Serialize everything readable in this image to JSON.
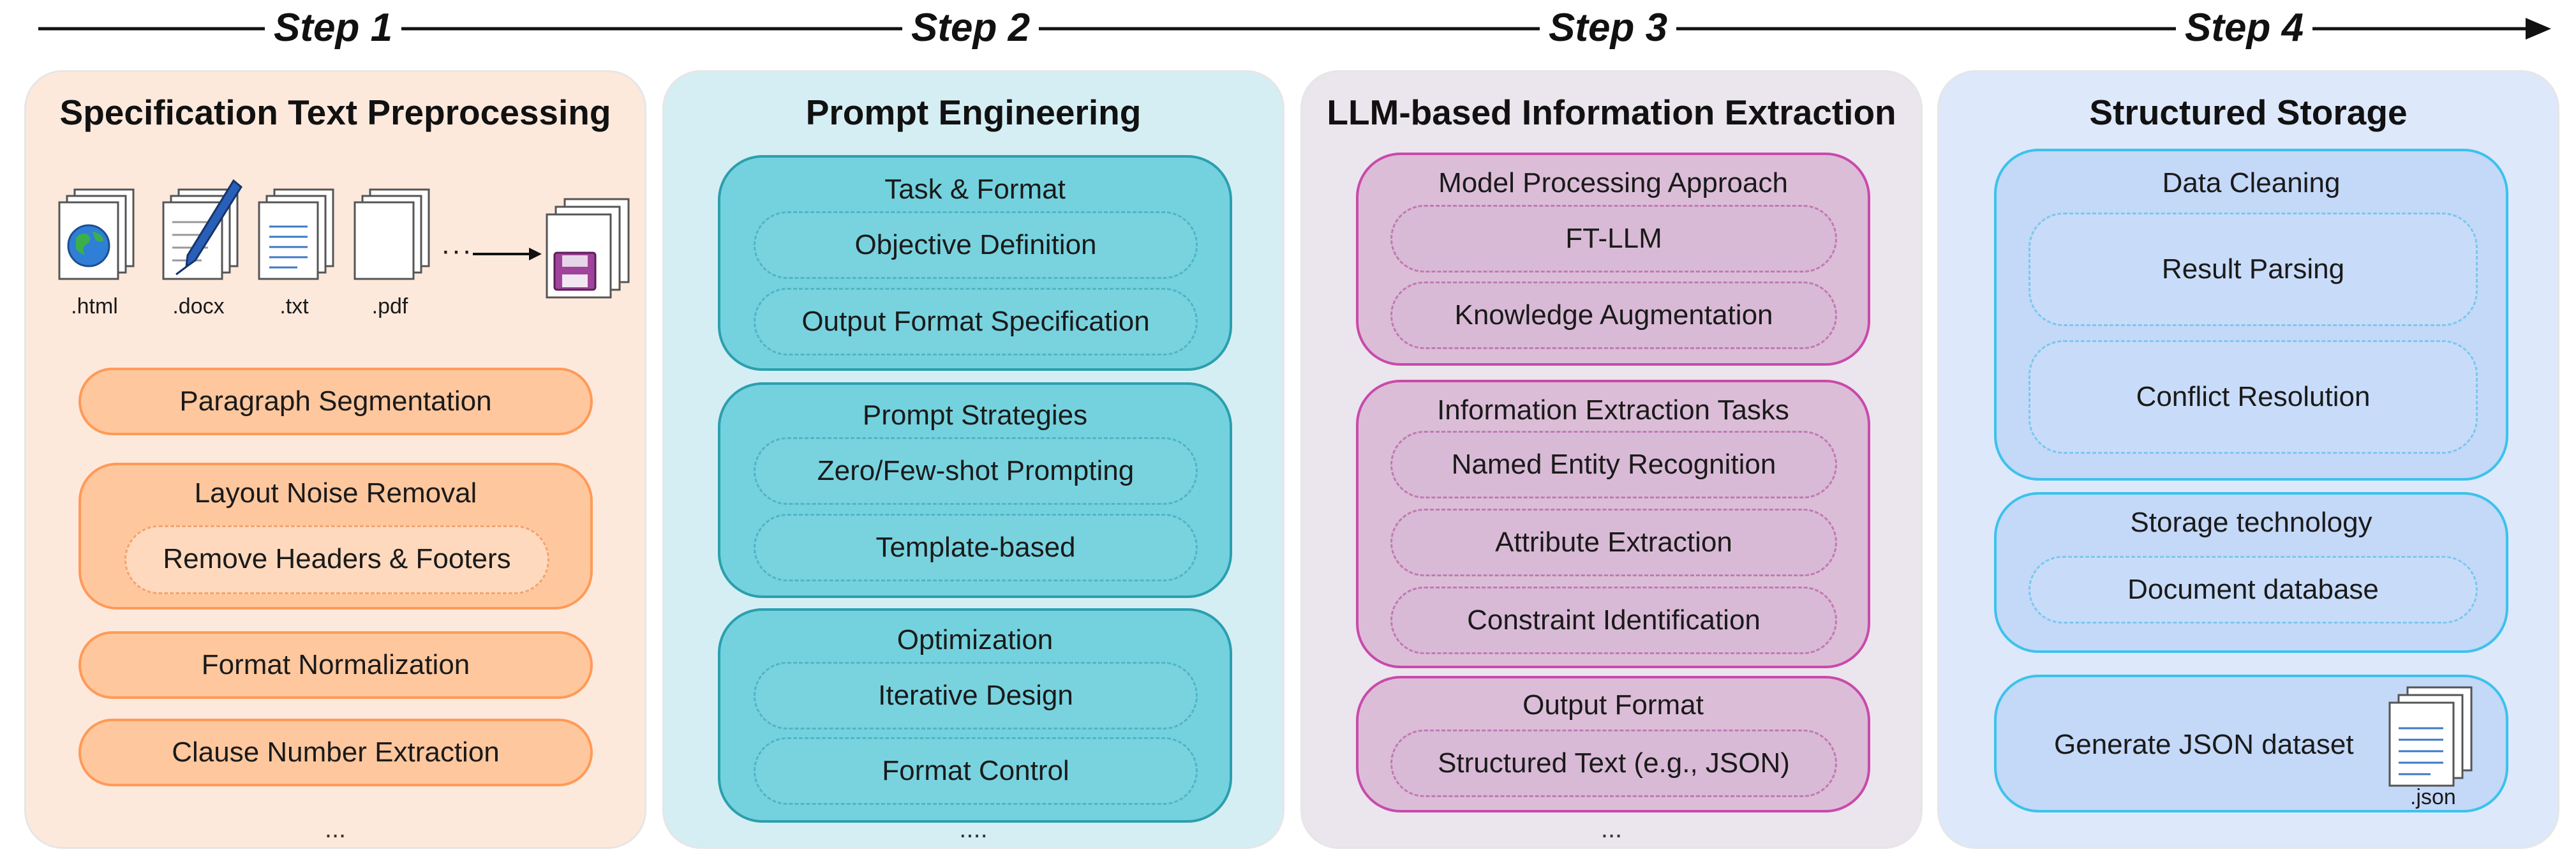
{
  "steps": [
    "Step 1",
    "Step 2",
    "Step 3",
    "Step 4"
  ],
  "panel1": {
    "title": "Specification Text Preprocessing",
    "files": [
      ".html",
      ".docx",
      ".txt",
      ".pdf"
    ],
    "arrow_dots": "···",
    "items": {
      "paragraph": "Paragraph Segmentation",
      "noise_title": "Layout Noise Removal",
      "noise_sub": "Remove Headers & Footers",
      "format": "Format Normalization",
      "clause": "Clause Number Extraction"
    },
    "ellipsis": "..."
  },
  "panel2": {
    "title": "Prompt Engineering",
    "groups": [
      {
        "title": "Task & Format",
        "items": [
          "Objective Definition",
          "Output Format Specification"
        ]
      },
      {
        "title": "Prompt Strategies",
        "items": [
          "Zero/Few-shot Prompting",
          "Template-based"
        ]
      },
      {
        "title": "Optimization",
        "items": [
          "Iterative Design",
          "Format Control"
        ]
      }
    ],
    "ellipsis": "...."
  },
  "panel3": {
    "title": "LLM-based Information Extraction",
    "groups": [
      {
        "title": "Model Processing Approach",
        "items": [
          "FT-LLM",
          "Knowledge Augmentation"
        ]
      },
      {
        "title": "Information Extraction Tasks",
        "items": [
          "Named Entity Recognition",
          "Attribute Extraction",
          "Constraint Identification"
        ]
      },
      {
        "title": "Output Format",
        "items": [
          "Structured Text (e.g., JSON)"
        ]
      }
    ],
    "ellipsis": "..."
  },
  "panel4": {
    "title": "Structured Storage",
    "groups": [
      {
        "title": "Data Cleaning",
        "items": [
          "Result Parsing",
          "Conflict Resolution"
        ]
      },
      {
        "title": "Storage technology",
        "items": [
          "Document database"
        ]
      },
      {
        "title": "Generate JSON dataset",
        "items": []
      }
    ],
    "json_label": ".json"
  },
  "colors": {
    "panel1_bg": "#fde9dc",
    "panel2_bg": "#d5eef4",
    "panel3_bg": "#ebe5ee",
    "panel4_bg": "#dde8fb",
    "orange_fill": "#ffc79d",
    "orange_border": "#ff9a57",
    "teal_fill": "#74d2de",
    "teal_border": "#2b9fae",
    "purple_fill": "#dcbdd8",
    "purple_border": "#c94aaa",
    "blue_fill": "#c4d8f8",
    "blue_border": "#3cc2ec"
  },
  "icons": [
    "globe-document-icon",
    "pen-document-icon",
    "text-document-icon",
    "blank-document-icon",
    "database-stack-icon",
    "json-document-icon"
  ]
}
